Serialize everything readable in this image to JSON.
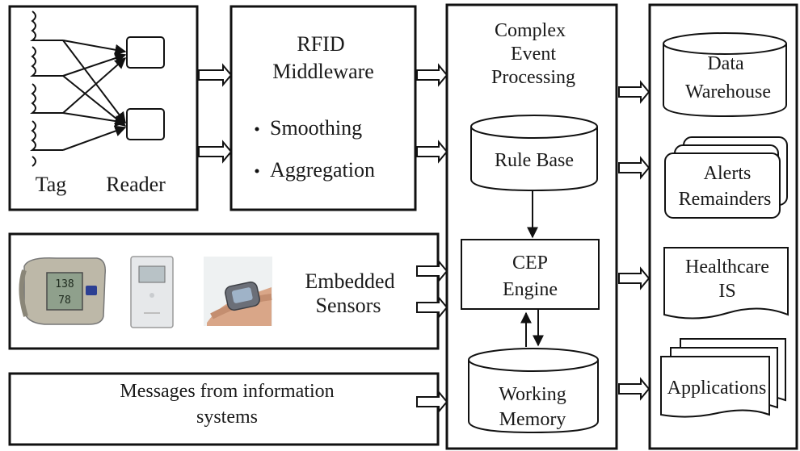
{
  "rfid_panel": {
    "tag_label": "Tag",
    "reader_label": "Reader"
  },
  "middleware": {
    "title_line1": "RFID",
    "title_line2": "Middleware",
    "bullets": [
      "Smoothing",
      "Aggregation"
    ]
  },
  "sensors": {
    "label_line1": "Embedded",
    "label_line2": "Sensors",
    "device1_reading_top": "138",
    "device1_reading_bottom": "78",
    "images": [
      "blood-pressure-monitor",
      "thermostat-sensor",
      "wrist-sensor"
    ]
  },
  "messages": {
    "line1": "Messages from information",
    "line2": "systems"
  },
  "cep": {
    "title_line1": "Complex",
    "title_line2": "Event",
    "title_line3": "Processing",
    "rule_base": "Rule Base",
    "engine_line1": "CEP",
    "engine_line2": "Engine",
    "memory_line1": "Working",
    "memory_line2": "Memory"
  },
  "outputs": {
    "warehouse_line1": "Data",
    "warehouse_line2": "Warehouse",
    "alerts_line1": "Alerts",
    "alerts_line2": "Remainders",
    "healthcare_line1": "Healthcare",
    "healthcare_line2": "IS",
    "applications": "Applications"
  }
}
